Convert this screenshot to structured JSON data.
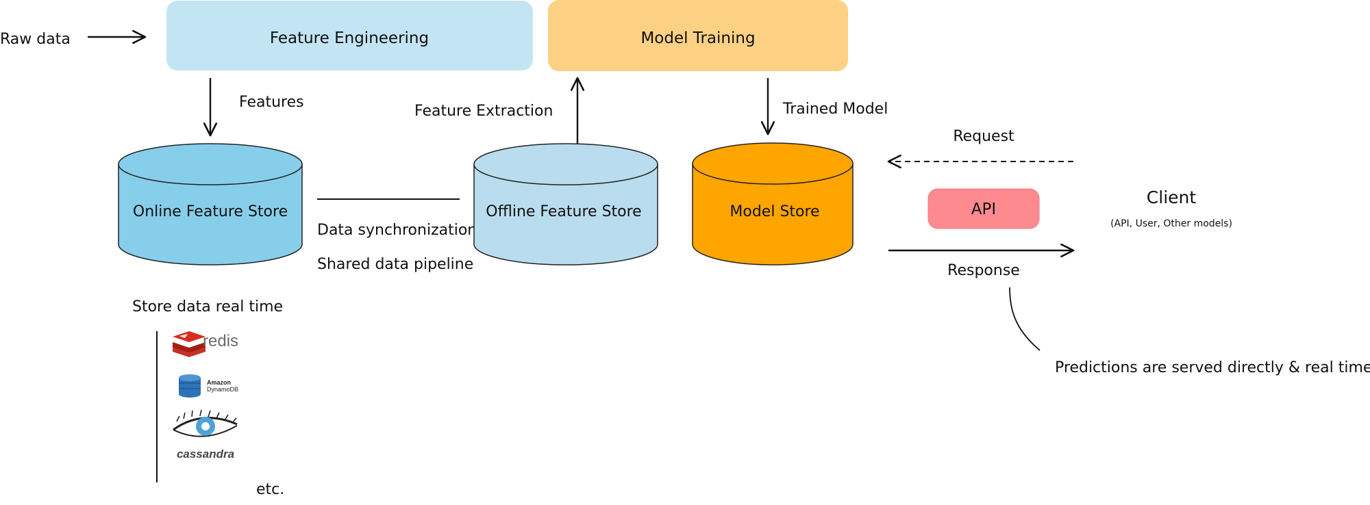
{
  "input": {
    "label": "Raw data"
  },
  "boxes": {
    "feature_engineering": {
      "label": "Feature Engineering",
      "color": "#c3e4f3"
    },
    "model_training": {
      "label": "Model Training",
      "color": "#fdd184"
    },
    "api": {
      "label": "API",
      "color": "#fd8a8f"
    }
  },
  "stores": {
    "online": {
      "label": "Online Feature Store",
      "color": "#87ceea"
    },
    "offline": {
      "label": "Offline Feature Store",
      "color": "#b9dcee"
    },
    "model": {
      "label": "Model Store",
      "color": "#ffa500"
    }
  },
  "edges": {
    "features": "Features",
    "feature_extraction": "Feature Extraction",
    "trained_model": "Trained Model",
    "request": "Request",
    "response": "Response",
    "sync_line1": "Data synchronization",
    "sync_line2": "Shared data pipeline"
  },
  "client": {
    "title": "Client",
    "subtitle": "(API, User, Other models)"
  },
  "online_notes": {
    "caption": "Store data real time",
    "logos": [
      "redis",
      "Amazon",
      "DynamoDB",
      "cassandra"
    ],
    "etc": "etc."
  },
  "predictions_note": "Predictions are served directly & real time"
}
